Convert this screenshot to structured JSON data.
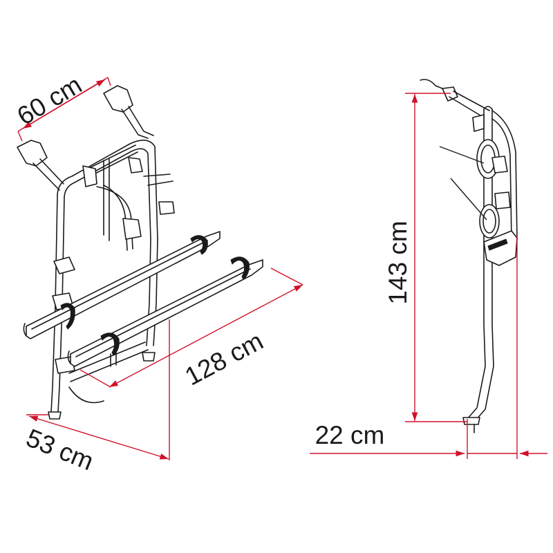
{
  "dimensions": {
    "width_top": "60 cm",
    "length_arms": "128 cm",
    "depth_bottom": "53 cm",
    "height": "143 cm",
    "offset": "22 cm"
  },
  "colors": {
    "dimension_line": "#d0112b",
    "outline": "#1a1a1a",
    "background": "#ffffff"
  }
}
